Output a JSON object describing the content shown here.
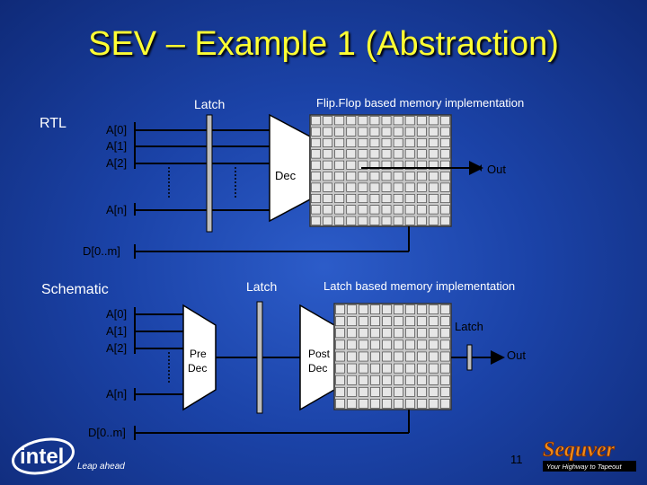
{
  "slide": {
    "title": "SEV – Example 1 (Abstraction)",
    "page_number": "11"
  },
  "rtl": {
    "section_label": "RTL",
    "latch_label": "Latch",
    "memory_label": "Flip.Flop based memory implementation",
    "inputs": [
      "A[0]",
      "A[1]",
      "A[2]"
    ],
    "input_n": "A[n]",
    "decoder_label": "Dec",
    "data_label": "D[0..m]",
    "out_label": "Out"
  },
  "schematic": {
    "section_label": "Schematic",
    "latch_label": "Latch",
    "memory_label": "Latch based memory implementation",
    "output_latch_label": "Latch",
    "inputs": [
      "A[0]",
      "A[1]",
      "A[2]"
    ],
    "input_n": "A[n]",
    "predec_label": [
      "Pre",
      "Dec"
    ],
    "postdec_label": [
      "Post",
      "Dec"
    ],
    "data_label": "D[0..m]",
    "out_label": "Out"
  },
  "logos": {
    "left_brand": "intel",
    "left_tagline": "Leap ahead",
    "right_brand": "Sequver",
    "right_tagline": "Your Highway to Tapeout"
  },
  "colors": {
    "title": "#ffff33",
    "grid_fill": "#c8c8c8",
    "grid_line": "#333333",
    "wire": "#000000"
  }
}
